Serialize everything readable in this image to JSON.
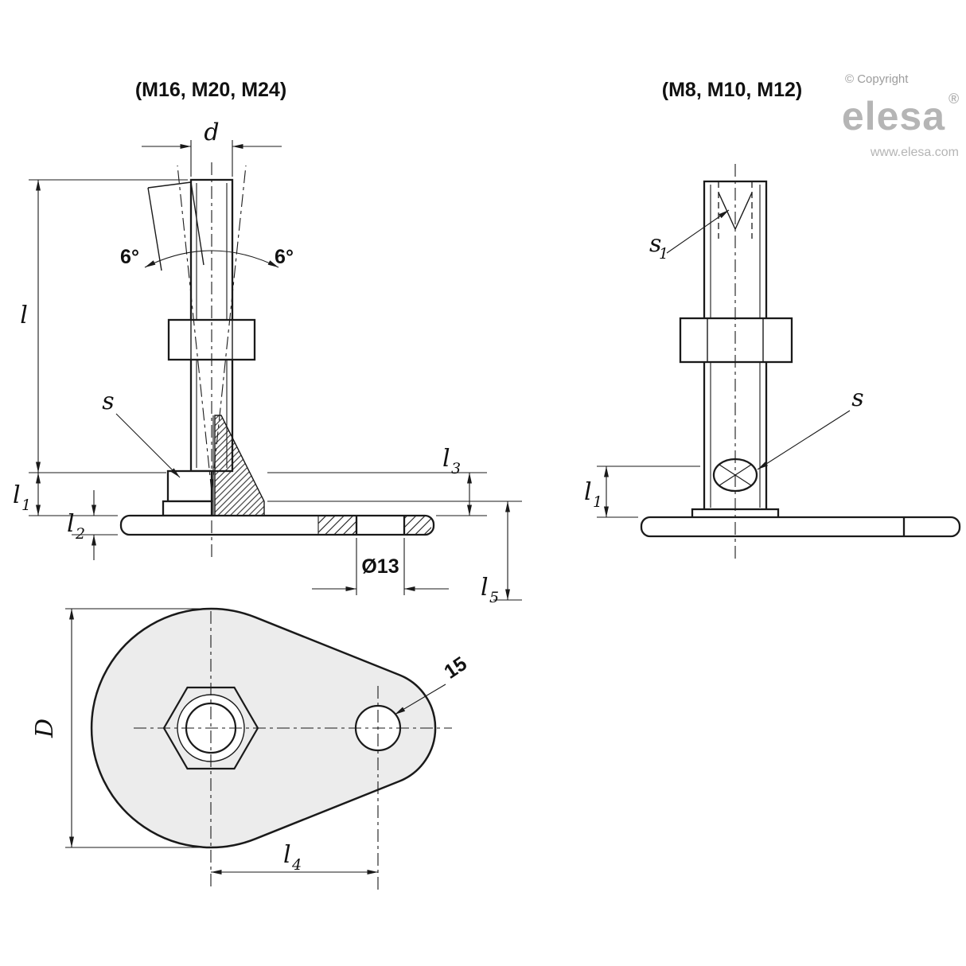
{
  "colors": {
    "line": "#1a1a1a",
    "brand_gray": "#b5b5b5",
    "plate_fill": "#ececec"
  },
  "branding": {
    "copyright": "© Copyright",
    "logo": "elesa",
    "registered": "®",
    "website": "www.elesa.com"
  },
  "left_view": {
    "title": "(M16, M20, M24)",
    "dim_d": "d",
    "angle_left": "6°",
    "angle_right": "6°",
    "dim_l": "l",
    "label_s": "s",
    "dim_l1": {
      "base": "l",
      "sub": "1"
    },
    "dim_l2": {
      "base": "l",
      "sub": "2"
    },
    "dim_l3": {
      "base": "l",
      "sub": "3"
    },
    "dim_l5": {
      "base": "l",
      "sub": "5"
    },
    "dim_hole": "Ø13"
  },
  "right_view": {
    "title": "(M8, M10, M12)",
    "label_s1": {
      "base": "s",
      "sub": "1"
    },
    "label_s": "s",
    "dim_l1": {
      "base": "l",
      "sub": "1"
    }
  },
  "bottom_view": {
    "dim_D": "D",
    "hole_dim": "15",
    "dim_l4": {
      "base": "l",
      "sub": "4"
    }
  }
}
